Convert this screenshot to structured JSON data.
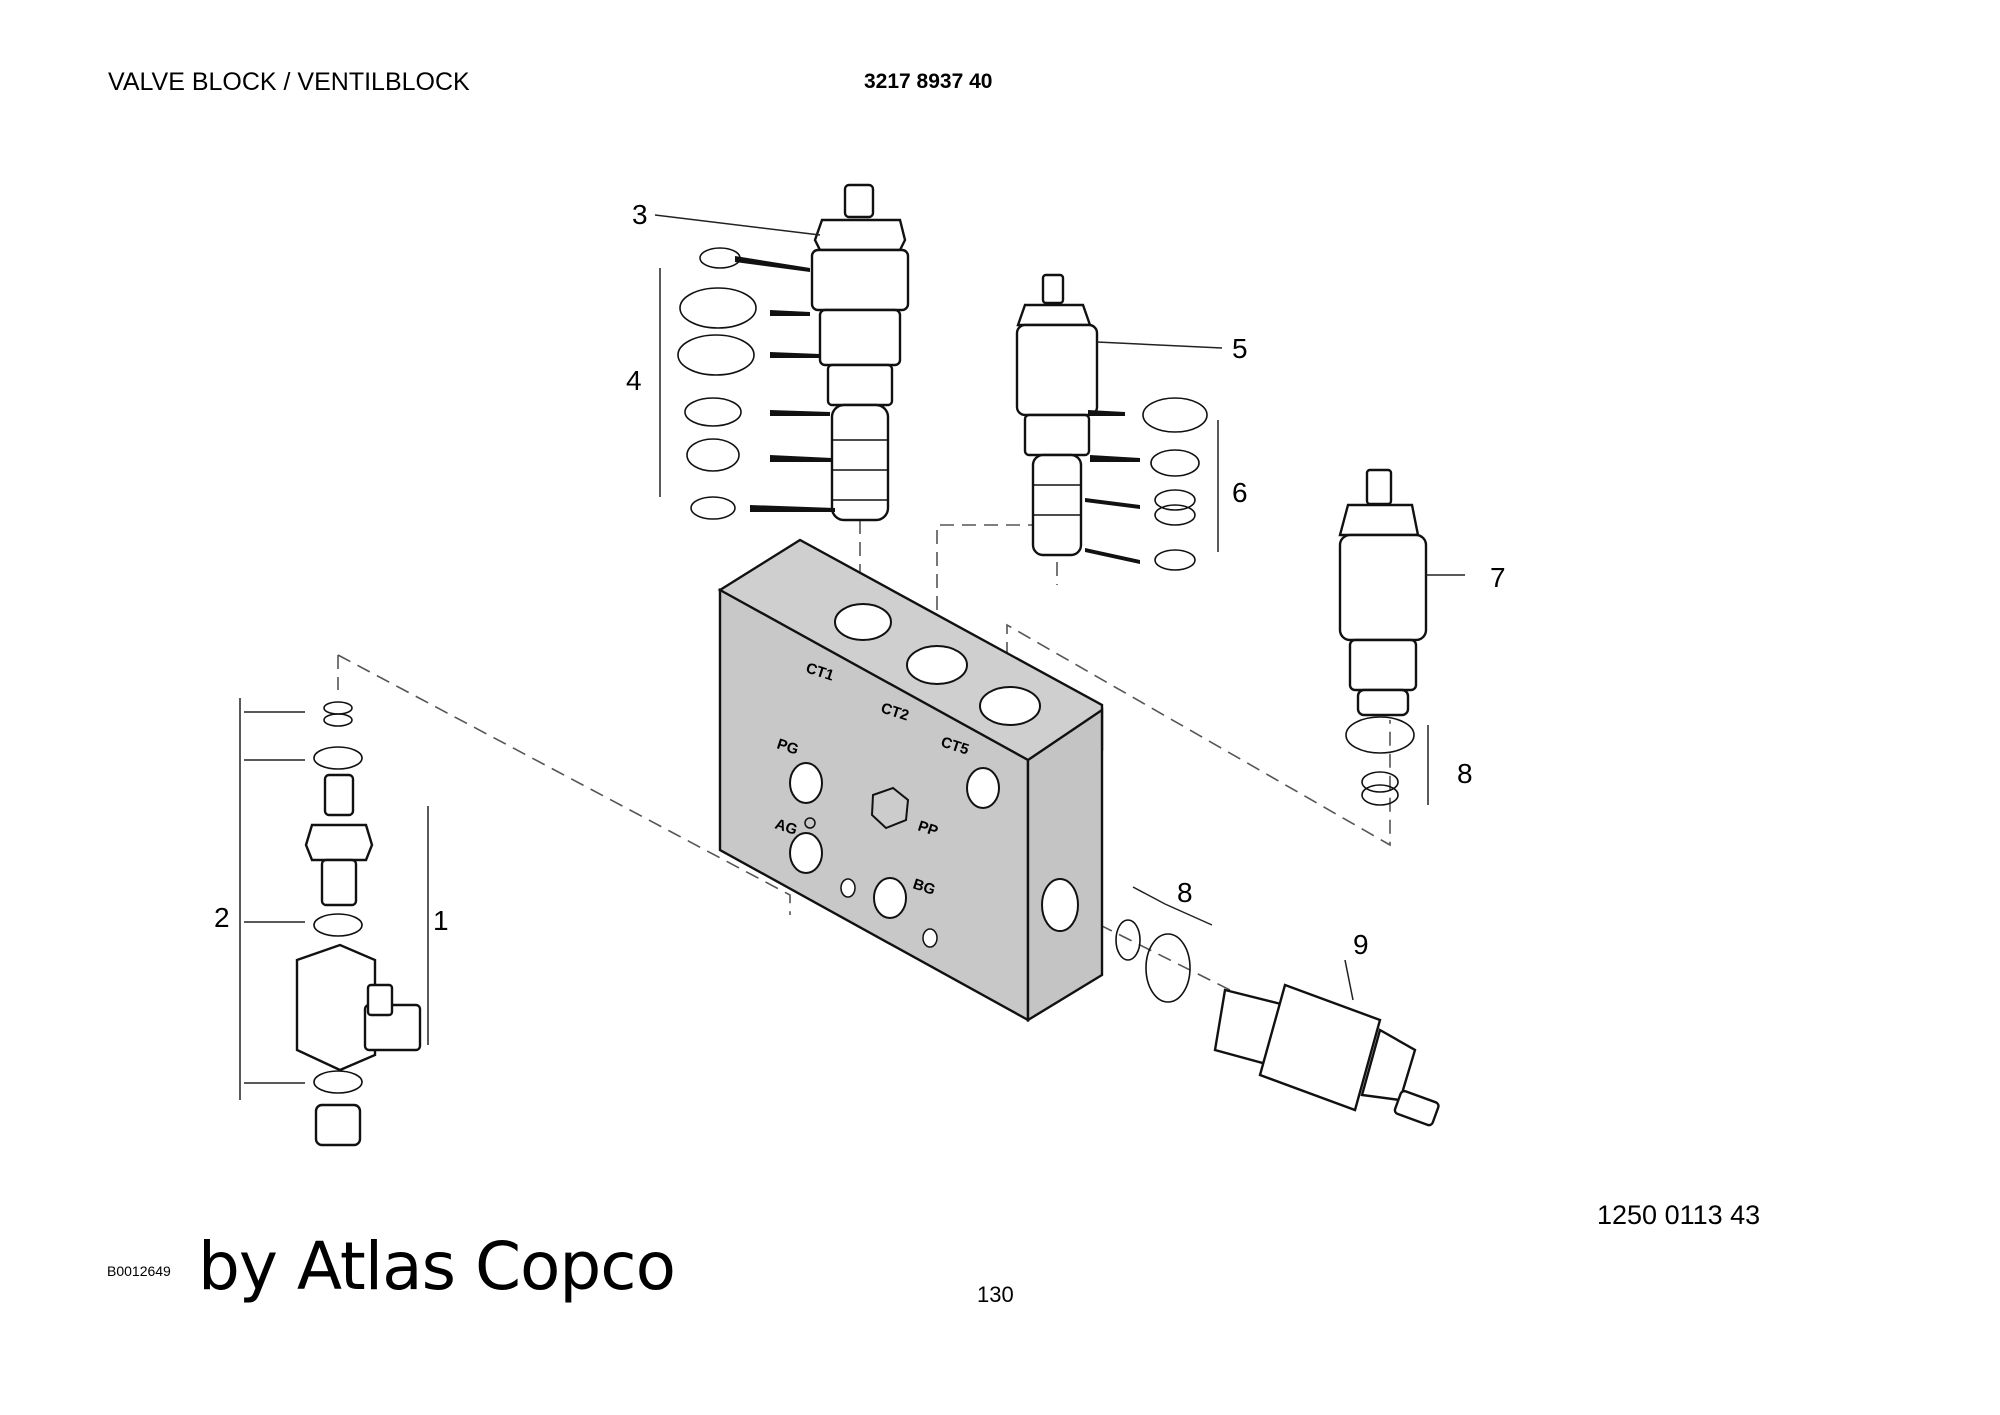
{
  "header": {
    "title": "VALVE BLOCK / VENTILBLOCK",
    "part_number": "3217 8937 40"
  },
  "diagram": {
    "block_color": "#c8c8c8",
    "port_labels": [
      "CT1",
      "CT2",
      "CT5",
      "PG",
      "PP",
      "AG",
      "BG"
    ],
    "callouts": [
      "1",
      "2",
      "3",
      "4",
      "5",
      "6",
      "7",
      "8",
      "8",
      "9"
    ]
  },
  "footer": {
    "drawing_number": "1250 0113 43",
    "figure_code": "B0012649",
    "brand": "by Atlas Copco",
    "page_number": "130"
  }
}
